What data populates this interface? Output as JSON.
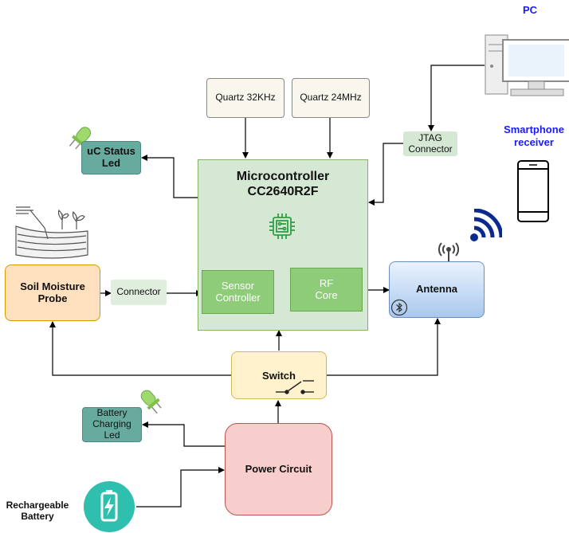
{
  "nodes": {
    "pc": "PC",
    "smartphone": "Smartphone\nreceiver",
    "quartz32": "Quartz 32KHz",
    "quartz24": "Quartz 24MHz",
    "jtag": "JTAG\nConnector",
    "status_led": "uC Status\nLed",
    "mcu_title": "Microcontroller\nCC2640R2F",
    "sensor_controller": "Sensor\nController",
    "rf_core": "RF\nCore",
    "antenna": "Antenna",
    "probe": "Soil Moisture\nProbe",
    "connector": "Connector",
    "switch": "Switch",
    "charging_led": "Battery\nCharging\nLed",
    "power_circuit": "Power Circuit",
    "battery": "Rechargeable\nBattery"
  },
  "colors": {
    "green_fill": "#d5e8d4",
    "green_border": "#82b366",
    "teal_fill": "#67ab9f",
    "orange_fill": "#ffe6cc",
    "orange_border": "#d79b00",
    "yellow_fill": "#fff2cc",
    "yellow_border": "#d6b656",
    "pink_fill": "#f8cecc",
    "pink_border": "#b85450",
    "blue_fill": "#dae8fc",
    "blue_border": "#6c8ebf",
    "title_blue": "#1a1aff",
    "battery_teal": "#2ebfae",
    "wifi_blue": "#0a2a8f"
  }
}
